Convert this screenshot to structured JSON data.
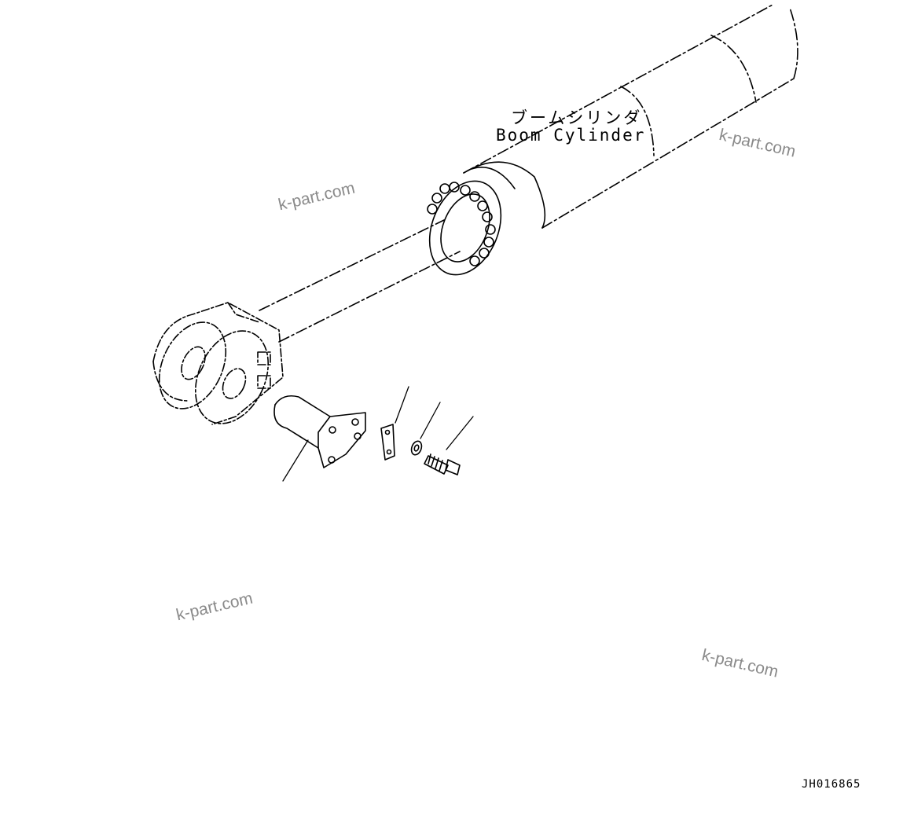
{
  "labels": {
    "part_name_jp": "ブームシリンダ",
    "part_name_en": "Boom Cylinder",
    "drawing_code": "JH016865"
  },
  "watermarks": [
    "k-part.com",
    "k-part.com",
    "k-part.com",
    "k-part.com"
  ],
  "colors": {
    "line": "#000000",
    "watermark": "#8a8a8a",
    "background": "#ffffff"
  }
}
